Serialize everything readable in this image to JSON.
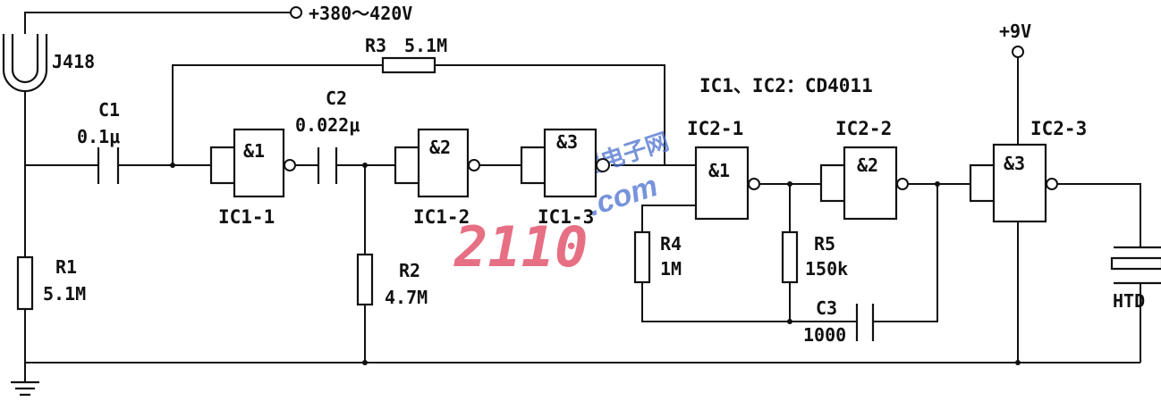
{
  "supply_high": "+380～420V",
  "supply_low": "+9V",
  "probe": "J418",
  "ic_note": "IC1、IC2：CD4011",
  "components": {
    "c1": {
      "name": "C1",
      "value": "0.1μ"
    },
    "c2": {
      "name": "C2",
      "value": "0.022μ"
    },
    "c3": {
      "name": "C3",
      "value": "1000"
    },
    "r1": {
      "name": "R1",
      "value": "5.1M"
    },
    "r2": {
      "name": "R2",
      "value": "4.7M"
    },
    "r3": {
      "name": "R3",
      "value": "5.1M"
    },
    "r4": {
      "name": "R4",
      "value": "1M"
    },
    "r5": {
      "name": "R5",
      "value": "150k"
    },
    "htd": {
      "name": "HTD"
    }
  },
  "gates": {
    "ic1_1": {
      "symbol": "&1",
      "label": "IC1-1"
    },
    "ic1_2": {
      "symbol": "&2",
      "label": "IC1-2"
    },
    "ic1_3": {
      "symbol": "&3",
      "label": "IC1-3"
    },
    "ic2_1": {
      "symbol": "&1",
      "label": "IC2-1"
    },
    "ic2_2": {
      "symbol": "&2",
      "label": "IC2-2"
    },
    "ic2_3": {
      "symbol": "&3",
      "label": "IC2-3"
    }
  },
  "watermark": {
    "number": "2110",
    "text": "中国电子网",
    "domain": ".com"
  },
  "colors": {
    "line": "#111111",
    "watermark_red": "#e0405a",
    "watermark_blue": "#4a6fd0"
  }
}
